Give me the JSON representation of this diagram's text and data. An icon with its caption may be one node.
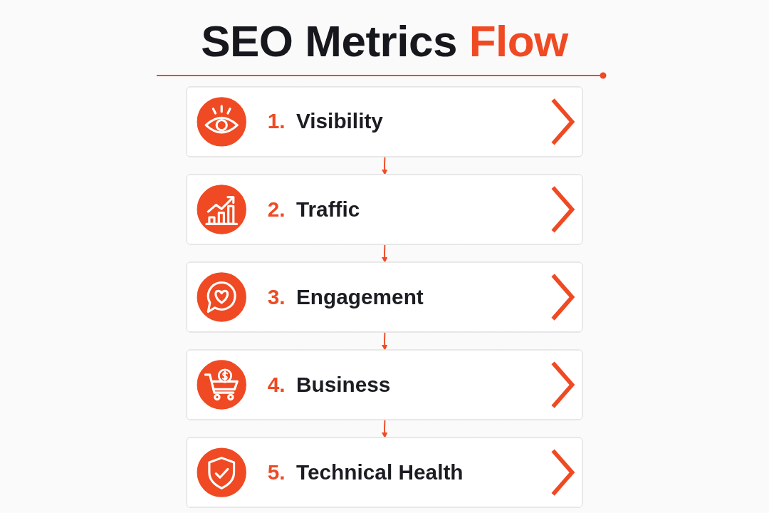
{
  "diagram": {
    "title": "SEO Metrics Flow",
    "nodes": [
      {
        "text": [
          "1. Visibility"
        ]
      },
      {
        "text": [
          "2. Traffic"
        ]
      },
      {
        "text": [
          "3. Engagement"
        ]
      },
      {
        "text": [
          "4. Business"
        ]
      },
      {
        "text": [
          "5. Technical Health"
        ]
      }
    ],
    "edges": [
      {
        "from": 0,
        "to": 1,
        "arrow": "to"
      },
      {
        "from": 1,
        "to": 2,
        "arrow": "to"
      },
      {
        "from": 2,
        "to": 3,
        "arrow": "to"
      },
      {
        "from": 3,
        "to": 4,
        "arrow": "to"
      }
    ]
  }
}
